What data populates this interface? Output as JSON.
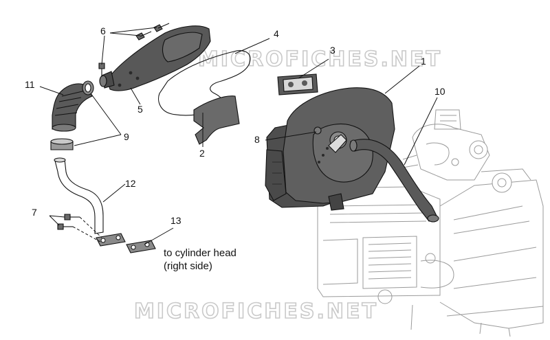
{
  "watermark": {
    "top": "MICROFICHES.NET",
    "bottom": "MICROFICHES.NET"
  },
  "callouts": {
    "c1": "1",
    "c2": "2",
    "c3": "3",
    "c4": "4",
    "c5": "5",
    "c6": "6",
    "c7": "7",
    "c8": "8",
    "c9": "9",
    "c10": "10",
    "c11": "11",
    "c12": "12",
    "c13": "13"
  },
  "note": {
    "line1": "to cylinder head",
    "line2": "(right side)"
  },
  "colors": {
    "part_fill": "#5f5f5f",
    "part_dark": "#3c3c3c",
    "ghost_line": "#9a9a9a"
  }
}
